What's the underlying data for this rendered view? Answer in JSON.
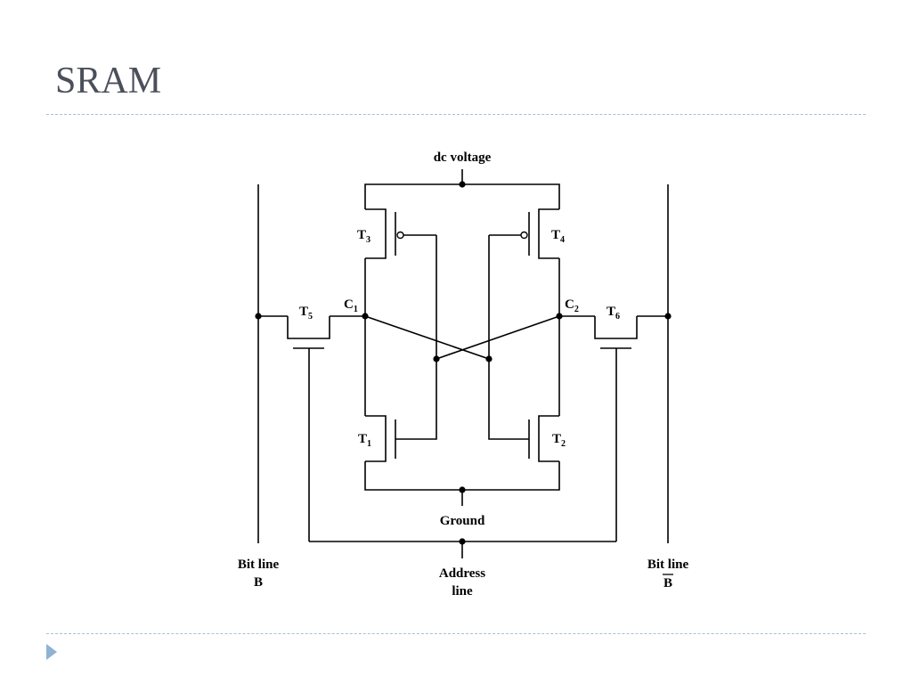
{
  "slide": {
    "title": "SRAM"
  },
  "diagram": {
    "supply_label": "dc voltage",
    "ground_label": "Ground",
    "address_label_line1": "Address",
    "address_label_line2": "line",
    "bitline_left_line1": "Bit line",
    "bitline_left_line2": "B",
    "bitline_right_line1": "Bit line",
    "bitline_right_line2": "B",
    "transistors": {
      "t1": {
        "letter": "T",
        "sub": "1"
      },
      "t2": {
        "letter": "T",
        "sub": "2"
      },
      "t3": {
        "letter": "T",
        "sub": "3"
      },
      "t4": {
        "letter": "T",
        "sub": "4"
      },
      "t5": {
        "letter": "T",
        "sub": "5"
      },
      "t6": {
        "letter": "T",
        "sub": "6"
      }
    },
    "nodes": {
      "c1": {
        "letter": "C",
        "sub": "1"
      },
      "c2": {
        "letter": "C",
        "sub": "2"
      }
    }
  }
}
